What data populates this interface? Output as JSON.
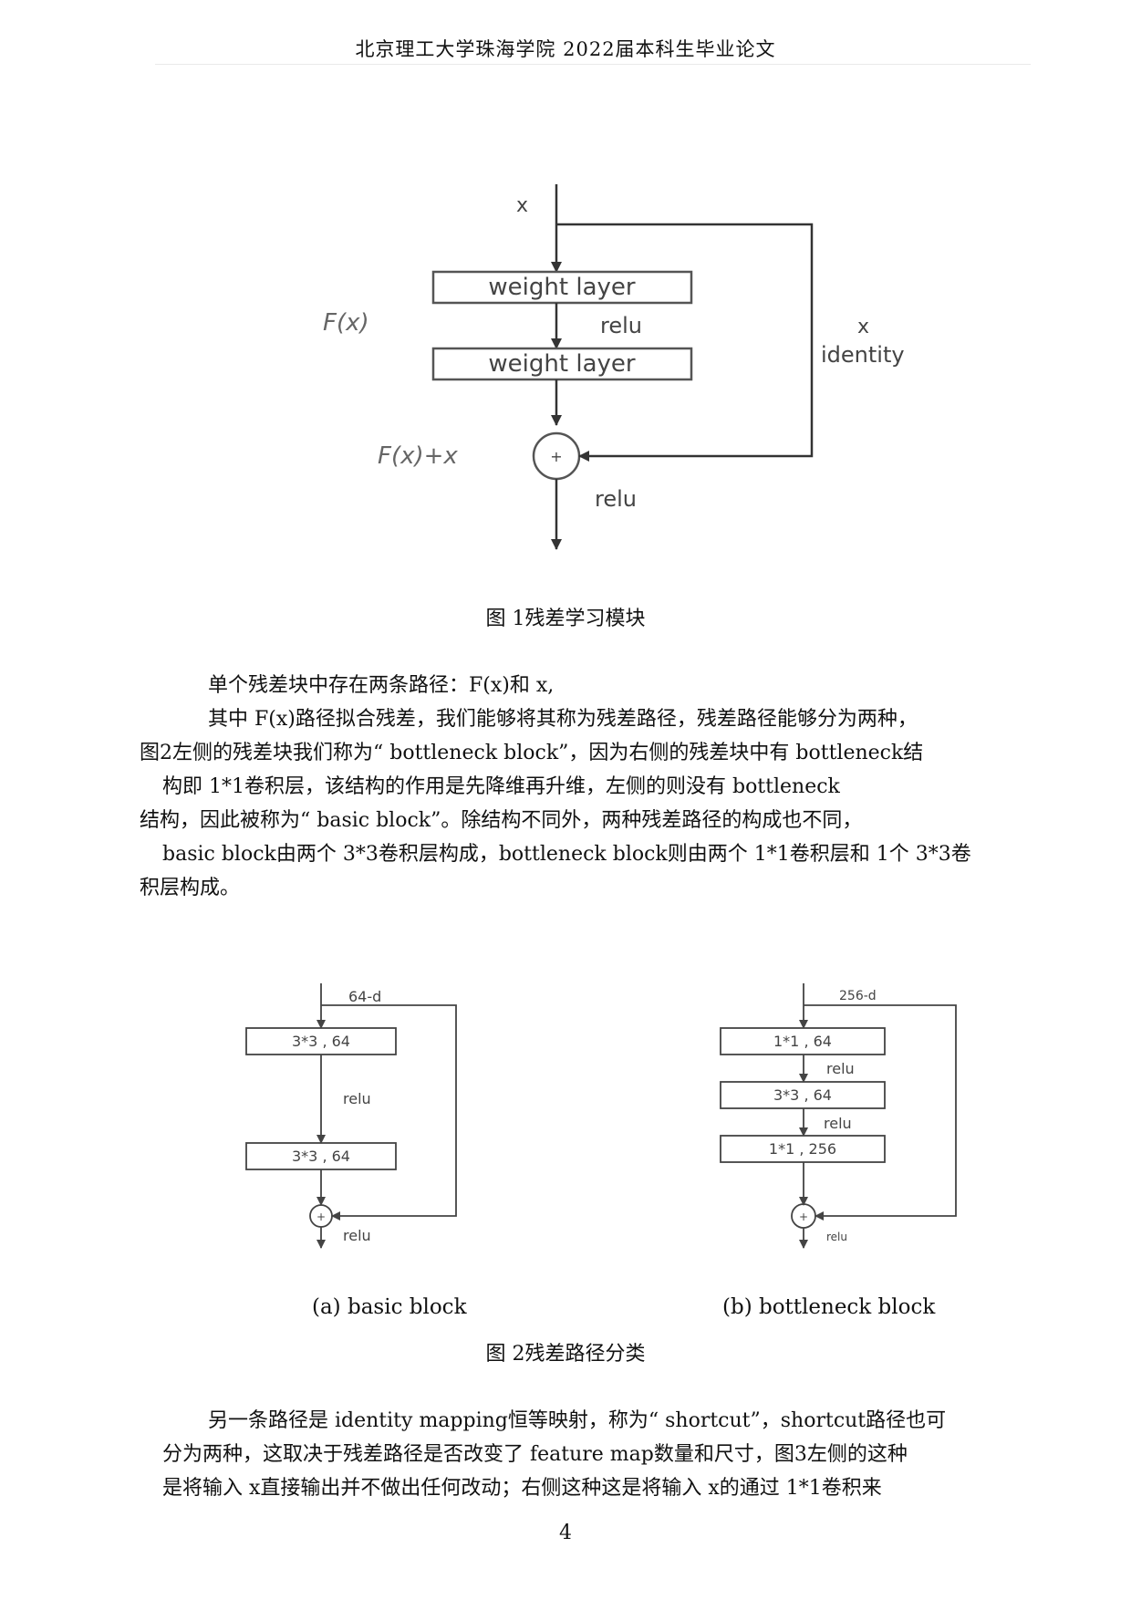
{
  "header": {
    "title": "北京理工大学珠海学院 2022届本科生毕业论文"
  },
  "figure1": {
    "input_label": "x",
    "weight_layer_1": "weight layer",
    "weight_layer_2": "weight layer",
    "relu_mid": "relu",
    "relu_out": "relu",
    "fx_label": "F(x)",
    "sum_label": "F(x)+x",
    "identity_x": "x",
    "identity_label": "identity",
    "plus": "+",
    "caption": "图 1残差学习模块"
  },
  "paragraph1": {
    "lines": [
      "单个残差块中存在两条路径：F(x)和 x,",
      "其中 F(x)路径拟合残差，我们能够将其称为残差路径，残差路径能够分为两种，",
      "图2左侧的残差块我们称为“ bottleneck block”，因为右侧的残差块中有 bottleneck结",
      "构即 1*1卷积层，该结构的作用是先降维再升维，左侧的则没有 bottleneck",
      "结构，因此被称为“ basic block”。除结构不同外，两种残差路径的构成也不同，",
      "basic block由两个 3*3卷积层构成，bottleneck block则由两个 1*1卷积层和 1个 3*3卷",
      "积层构成。"
    ]
  },
  "figure2": {
    "left": {
      "input": "64-d",
      "box1": "3*3 , 64",
      "box2": "3*3 , 64",
      "relu_mid": "relu",
      "relu_out": "relu",
      "plus": "+",
      "caption": "(a) basic block"
    },
    "right": {
      "input": "256-d",
      "box1": "1*1 , 64",
      "box2": "3*3 , 64",
      "box3": "1*1 , 256",
      "relu_1": "relu",
      "relu_2": "relu",
      "relu_out": "relu",
      "plus": "+",
      "caption": "(b) bottleneck block"
    },
    "caption": "图 2残差路径分类"
  },
  "paragraph2": {
    "lines": [
      "另一条路径是 identity mapping恒等映射，称为“ shortcut”，shortcut路径也可",
      "分为两种，这取决于残差路径是否改变了 feature map数量和尺寸，图3左侧的这种",
      "是将输入 x直接输出并不做出任何改动；右侧这种这是将输入 x的通过 1*1卷积来"
    ]
  },
  "page_number": "4"
}
